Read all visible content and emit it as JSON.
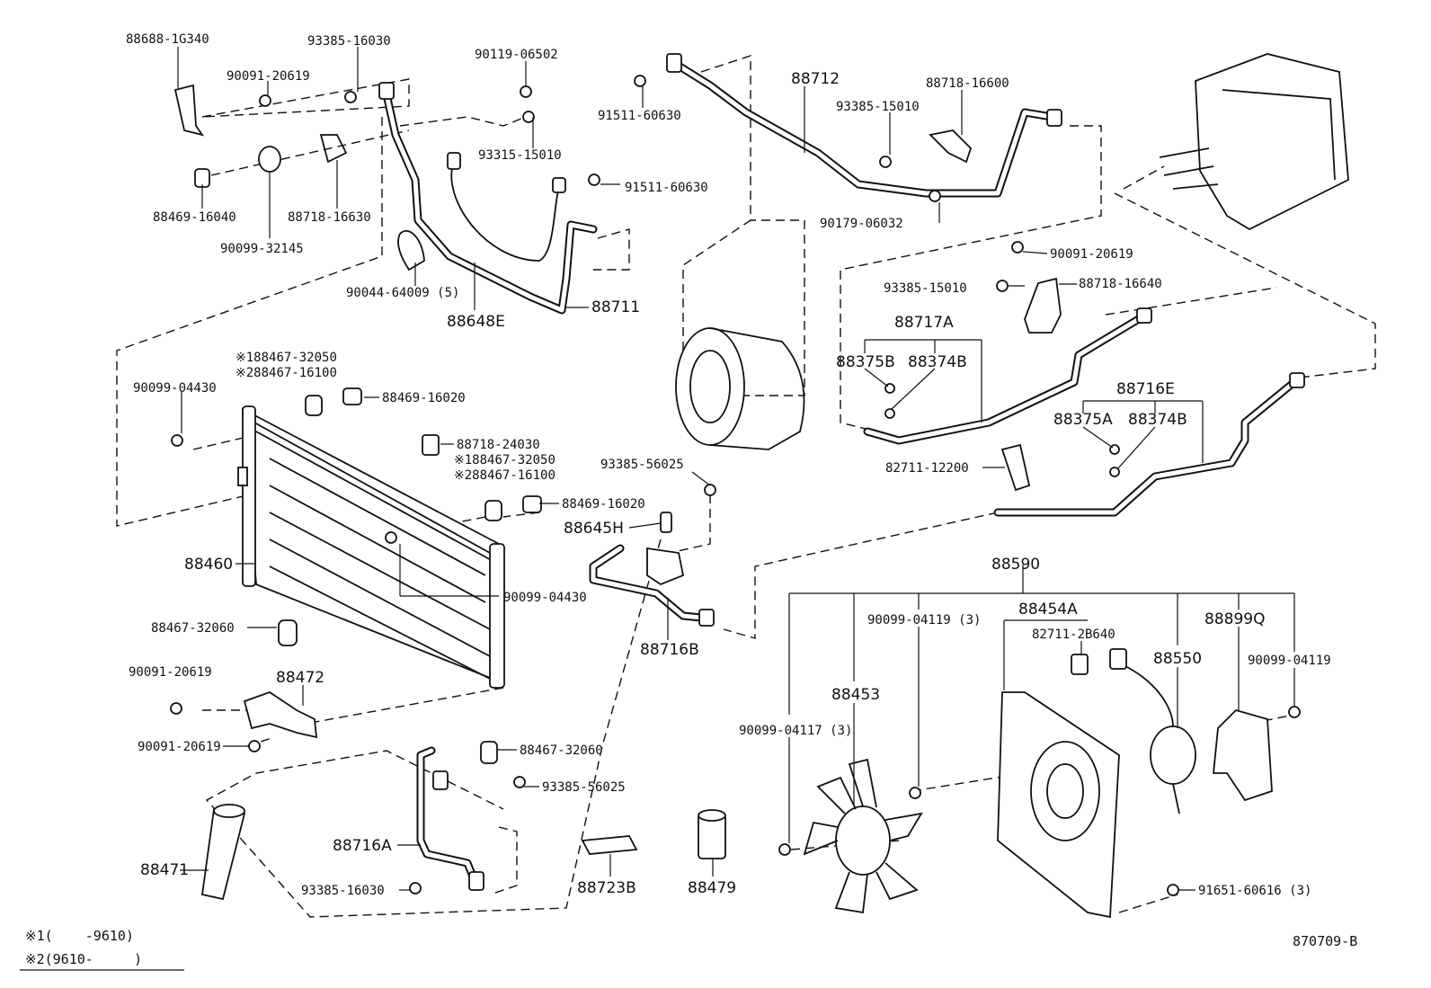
{
  "labels": {
    "p88688_1G340": "88688-1G340",
    "p93385_16030_top": "93385-16030",
    "p90091_20619_top": "90091-20619",
    "p90119_06502": "90119-06502",
    "p93315_15010": "93315-15010",
    "p88469_16040": "88469-16040",
    "p88718_16630": "88718-16630",
    "p90099_32145": "90099-32145",
    "p91511_60630_a": "91511-60630",
    "p91511_60630_b": "91511-60630",
    "p90044_64009": "90044-64009 (5)",
    "p88711": "88711",
    "p88648E": "88648E",
    "p88712": "88712",
    "p88718_16600": "88718-16600",
    "p93385_15010_a": "93385-15010",
    "p90179_06032": "90179-06032",
    "p90091_20619_r": "90091-20619",
    "p93385_15010_b": "93385-15010",
    "p88718_16640": "88718-16640",
    "p88717A": "88717A",
    "p88375B": "88375B",
    "p88374B_a": "88374B",
    "p88716E": "88716E",
    "p88375A": "88375A",
    "p88374B_b": "88374B",
    "p82711_12200": "82711-12200",
    "p1_88467_32050_a": "※188467-32050",
    "p2_88467_16100_a": "※288467-16100",
    "p90099_04430_a": "90099-04430",
    "p88469_16020_a": "88469-16020",
    "p88718_24030": "88718-24030",
    "p1_88467_32050_b": "※188467-32050",
    "p2_88467_16100_b": "※288467-16100",
    "p88469_16020_b": "88469-16020",
    "p93385_56025_a": "93385-56025",
    "p88645H": "88645H",
    "p88460": "88460",
    "p90099_04430_b": "90099-04430",
    "p88467_32060_a": "88467-32060",
    "p88716B": "88716B",
    "p90091_20619_l1": "90091-20619",
    "p88472": "88472",
    "p90091_20619_l2": "90091-20619",
    "p88467_32060_b": "88467-32060",
    "p93385_56025_b": "93385-56025",
    "p88716A": "88716A",
    "p88471": "88471",
    "p93385_16030_b": "93385-16030",
    "p88723B": "88723B",
    "p88479": "88479",
    "p88590": "88590",
    "p88454A": "88454A",
    "p90099_04119_3": "90099-04119 (3)",
    "p82711_2B640": "82711-2B640",
    "p88899Q": "88899Q",
    "p88550": "88550",
    "p90099_04119": "90099-04119",
    "p88453": "88453",
    "p90099_04117": "90099-04117 (3)",
    "p91651_60616": "91651-60616 (3)"
  },
  "footnotes": {
    "note1": "※1(    -9610)",
    "note2": "※2(9610-     )"
  },
  "diagram_code": "870709-B"
}
